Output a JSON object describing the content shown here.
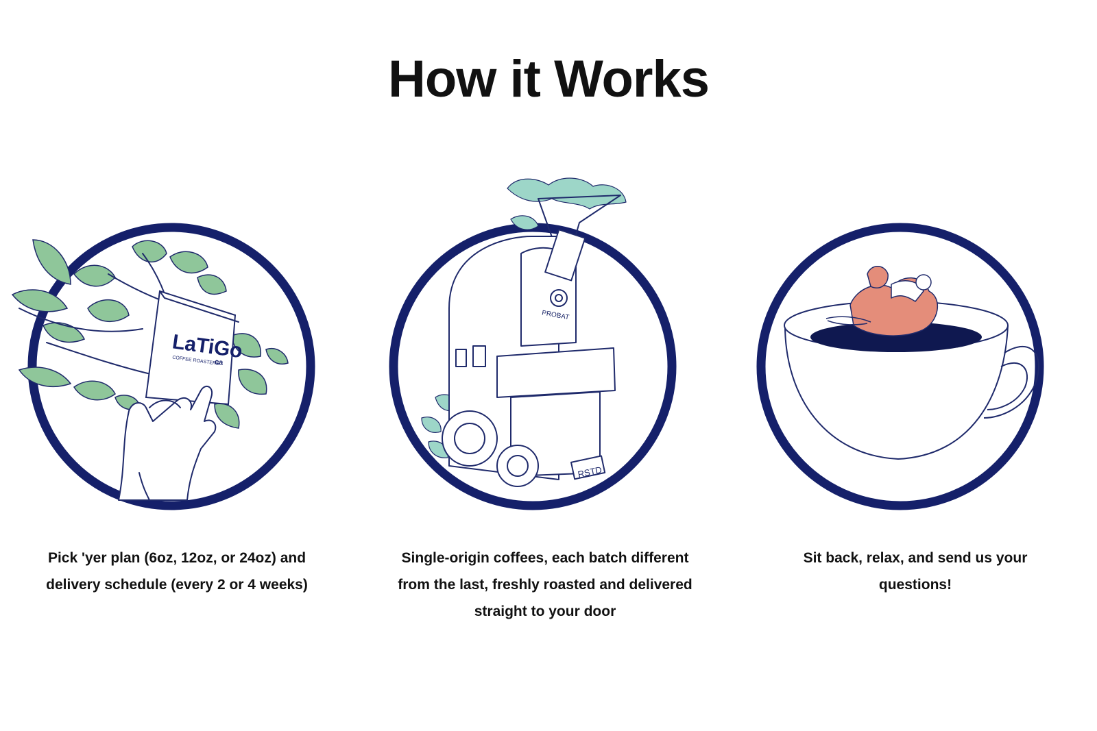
{
  "page": {
    "title": "How it Works"
  },
  "steps": [
    {
      "text": "Pick 'yer plan (6oz, 12oz, or 24oz) and delivery schedule (every 2 or 4 weeks)",
      "bag_brand": "LaTiGo",
      "bag_brand_suffix": "ca",
      "bag_subtitle": "COFFEE ROASTERS"
    },
    {
      "text": "Single-origin coffees, each batch different from the last, freshly roasted and delivered straight to your door",
      "roaster_brand": "PROBAT",
      "plate_text": "RSTD"
    },
    {
      "text": "Sit back, relax, and send us your questions!"
    }
  ],
  "colors": {
    "ring": "#15206a",
    "leaf": "#8fc69a",
    "steam": "#9dd6c8",
    "float": "#e48d7a",
    "coffee": "#0f1850"
  }
}
